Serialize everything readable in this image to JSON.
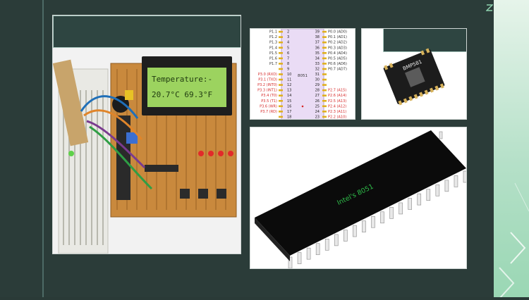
{
  "lcd": {
    "line1": "Temperature:-",
    "line2": "20.7°C  69.3°F"
  },
  "pinout": {
    "chip_label": "8051",
    "left": [
      {
        "label": "P1.1",
        "num": "2"
      },
      {
        "label": "P1.2",
        "num": "3"
      },
      {
        "label": "P1.3",
        "num": "4"
      },
      {
        "label": "P1.4",
        "num": "5"
      },
      {
        "label": "P1.5",
        "num": "6"
      },
      {
        "label": "P1.6",
        "num": "7"
      },
      {
        "label": "P1.7",
        "num": "8"
      },
      {
        "label": "",
        "num": "9"
      },
      {
        "label": "P3.0 (RXD)",
        "num": "10"
      },
      {
        "label": "P3.1 (TXD)",
        "num": "11"
      },
      {
        "label": "P3.2 (INT0)",
        "num": "12"
      },
      {
        "label": "P3.3 (INT1)",
        "num": "13"
      },
      {
        "label": "P3.4 (T0)",
        "num": "14"
      },
      {
        "label": "P3.5 (T1)",
        "num": "15"
      },
      {
        "label": "P3.6 (WR)",
        "num": "16"
      },
      {
        "label": "P3.7 (RD)",
        "num": "17"
      },
      {
        "label": "",
        "num": "18"
      }
    ],
    "right": [
      {
        "label": "P0.0 (AD0)",
        "num": "39"
      },
      {
        "label": "P0.1 (AD1)",
        "num": "38"
      },
      {
        "label": "P0.2 (AD2)",
        "num": "37"
      },
      {
        "label": "P0.3 (AD3)",
        "num": "36"
      },
      {
        "label": "P0.4 (AD4)",
        "num": "35"
      },
      {
        "label": "P0.5 (AD5)",
        "num": "34"
      },
      {
        "label": "P0.6 (AD6)",
        "num": "33"
      },
      {
        "label": "P0.7 (AD7)",
        "num": "32"
      },
      {
        "label": "",
        "num": "31"
      },
      {
        "label": "",
        "num": "30"
      },
      {
        "label": "",
        "num": "29"
      },
      {
        "label": "P2.7 (A15)",
        "num": "28"
      },
      {
        "label": "P2.6 (A14)",
        "num": "27"
      },
      {
        "label": "P2.5 (A13)",
        "num": "26"
      },
      {
        "label": "P2.4 (A12)",
        "num": "25"
      },
      {
        "label": "P2.3 (A11)",
        "num": "24"
      },
      {
        "label": "P2.2 (A10)",
        "num": "23"
      }
    ]
  },
  "sensor": {
    "label": "BMP581"
  },
  "chip": {
    "label": "Intel's 8051"
  },
  "colors": {
    "slide": "#2b3c39",
    "header": "#2e4541",
    "lcd_bg": "#9cd35f",
    "pcb": "#c9893d",
    "pin_red": "#d62828",
    "chip_text": "#2fbf4a"
  }
}
